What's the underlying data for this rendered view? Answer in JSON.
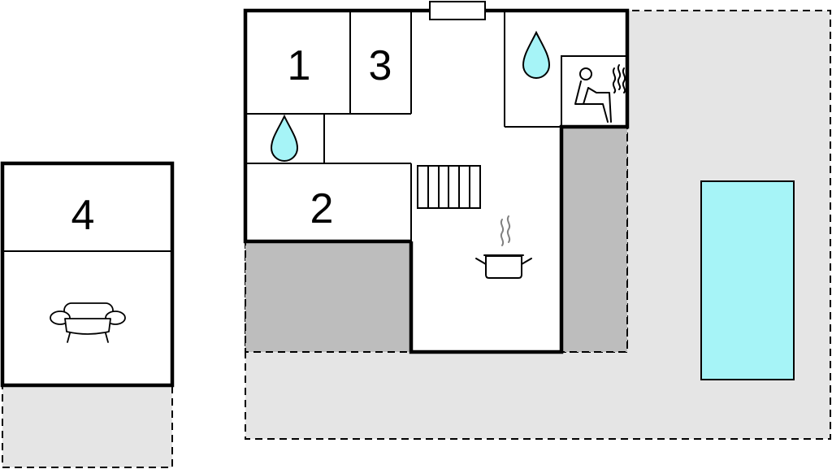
{
  "colors": {
    "wall": "#000000",
    "terrace": "#e5e5e5",
    "covered_terrace": "#bdbdbd",
    "pool": "#a6f4f7",
    "water_drop": "#a6f4f7",
    "room_fill": "#ffffff"
  },
  "rooms": [
    {
      "id": "bedroom-1",
      "label": "1"
    },
    {
      "id": "bedroom-3",
      "label": "3"
    },
    {
      "id": "bedroom-2",
      "label": "2"
    },
    {
      "id": "bedroom-4",
      "label": "4"
    }
  ],
  "icons": {
    "bathroom_main": "water-drop-icon",
    "bathroom_small": "water-drop-icon",
    "sauna": "sauna-icon",
    "kitchen": "cooking-pot-icon",
    "stairs": "stairs-icon",
    "living": "sofa-icon",
    "pool": "swimming-pool"
  }
}
